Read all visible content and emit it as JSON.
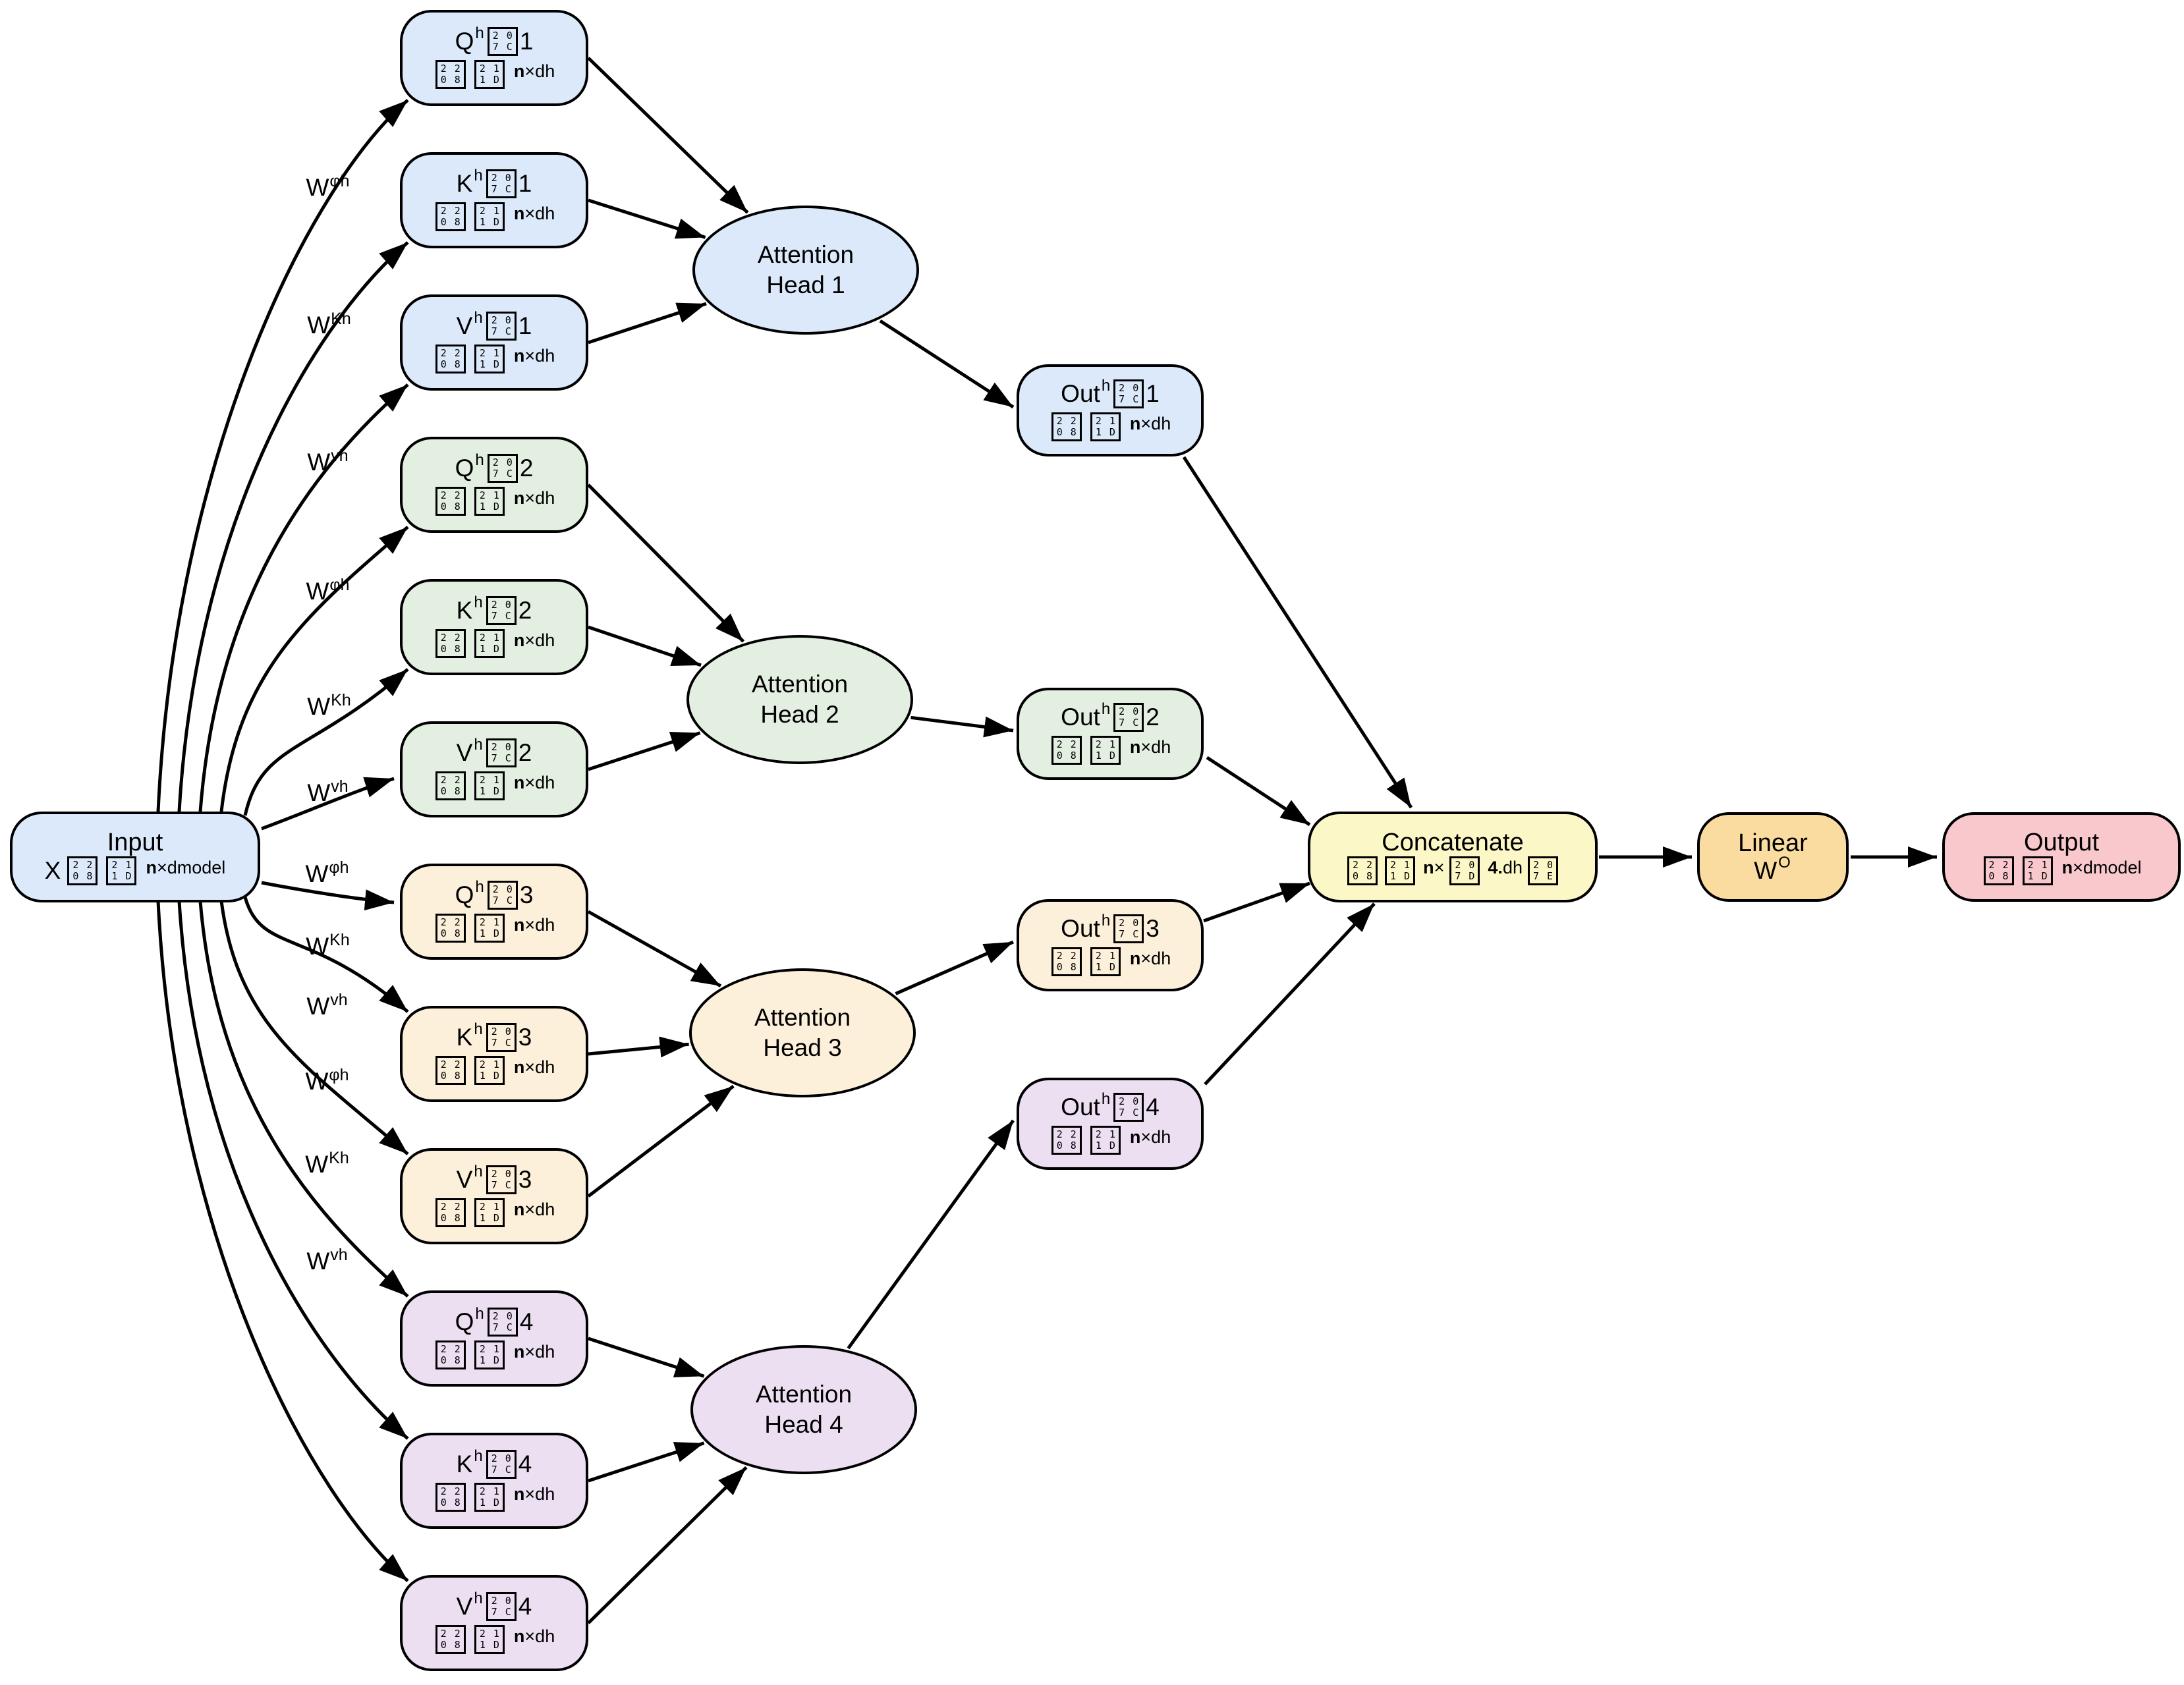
{
  "palette": {
    "head1": "#dbe9fa",
    "head2": "#e3efe0",
    "head3": "#fdf0da",
    "head4": "#ecdff2",
    "concat": "#fbf7c6",
    "linear": "#fbdca0",
    "output": "#f9c8cd",
    "stroke": "#000000",
    "edge": "#000000",
    "background": "#ffffff"
  },
  "tofu": {
    "elem_r1": "22",
    "elem_r2": "08",
    "reals_r1": "21",
    "reals_r2": "1D",
    "eq_r1": "20",
    "eq_r2": "7C",
    "lparen_r1": "20",
    "lparen_r2": "7D",
    "rparen_r1": "20",
    "rparen_r2": "7E"
  },
  "dims": {
    "n": "n",
    "qkv_rest": "×dh",
    "model_rest": "×dmodel"
  },
  "input": {
    "title": "Input",
    "var": "X"
  },
  "qkv": [
    {
      "letter": "Q",
      "sup": "h",
      "num": "1"
    },
    {
      "letter": "K",
      "sup": "h",
      "num": "1"
    },
    {
      "letter": "V",
      "sup": "h",
      "num": "1"
    },
    {
      "letter": "Q",
      "sup": "h",
      "num": "2"
    },
    {
      "letter": "K",
      "sup": "h",
      "num": "2"
    },
    {
      "letter": "V",
      "sup": "h",
      "num": "2"
    },
    {
      "letter": "Q",
      "sup": "h",
      "num": "3"
    },
    {
      "letter": "K",
      "sup": "h",
      "num": "3"
    },
    {
      "letter": "V",
      "sup": "h",
      "num": "3"
    },
    {
      "letter": "Q",
      "sup": "h",
      "num": "4"
    },
    {
      "letter": "K",
      "sup": "h",
      "num": "4"
    },
    {
      "letter": "V",
      "sup": "h",
      "num": "4"
    }
  ],
  "heads": [
    {
      "line1": "Attention",
      "line2": "Head 1"
    },
    {
      "line1": "Attention",
      "line2": "Head 2"
    },
    {
      "line1": "Attention",
      "line2": "Head 3"
    },
    {
      "line1": "Attention",
      "line2": "Head 4"
    }
  ],
  "outs": [
    {
      "word": "Out",
      "sup": "h",
      "num": "1"
    },
    {
      "word": "Out",
      "sup": "h",
      "num": "2"
    },
    {
      "word": "Out",
      "sup": "h",
      "num": "3"
    },
    {
      "word": "Out",
      "sup": "h",
      "num": "4"
    }
  ],
  "concat": {
    "title": "Concatenate",
    "sup1_bold": "n",
    "sup1": "×",
    "sup2_bold": "4.",
    "sup2": "dh"
  },
  "linear": {
    "title": "Linear",
    "w": "W",
    "sup": "O"
  },
  "output": {
    "title": "Output"
  },
  "edge_labels": [
    {
      "base": "W",
      "sup": "φh"
    },
    {
      "base": "W",
      "sup": "Kh"
    },
    {
      "base": "W",
      "sup": "vh"
    },
    {
      "base": "W",
      "sup": "φh"
    },
    {
      "base": "W",
      "sup": "Kh"
    },
    {
      "base": "W",
      "sup": "vh"
    },
    {
      "base": "W",
      "sup": "φh"
    },
    {
      "base": "W",
      "sup": "Kh"
    },
    {
      "base": "W",
      "sup": "vh"
    },
    {
      "base": "W",
      "sup": "φh"
    },
    {
      "base": "W",
      "sup": "Kh"
    },
    {
      "base": "W",
      "sup": "vh"
    }
  ]
}
